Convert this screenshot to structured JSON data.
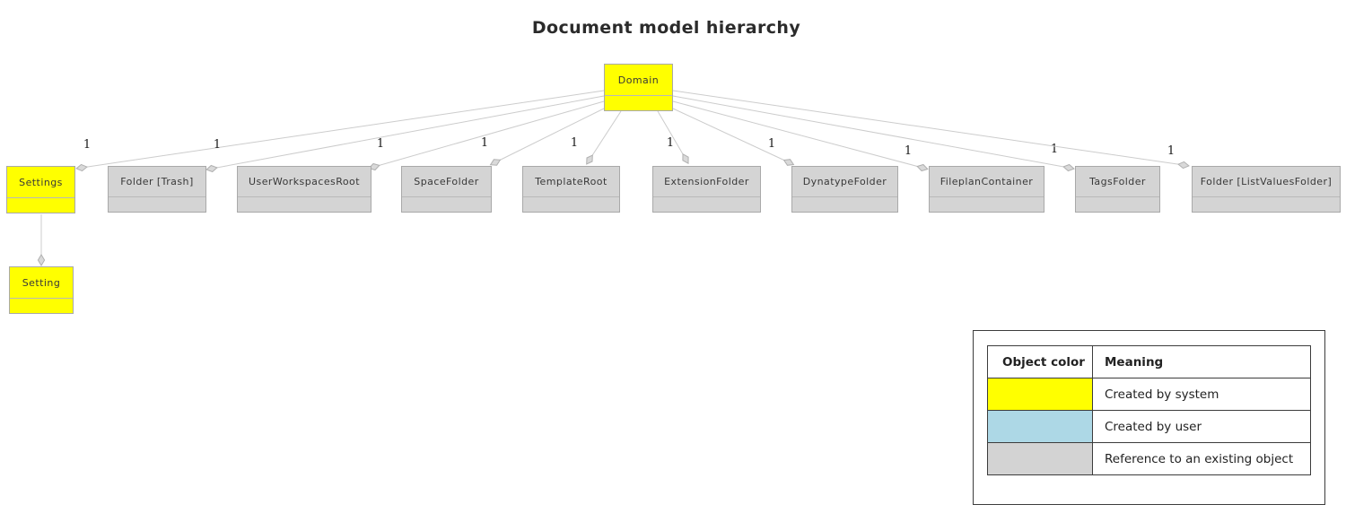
{
  "title": "Document model hierarchy",
  "diagram": {
    "nodes": [
      {
        "id": "domain",
        "label": "Domain",
        "fill": "#ffff00"
      },
      {
        "id": "settings",
        "label": "Settings",
        "fill": "#ffff00"
      },
      {
        "id": "folder-trash",
        "label": "Folder [Trash]",
        "fill": "#d4d4d4"
      },
      {
        "id": "user-workspaces-root",
        "label": "UserWorkspacesRoot",
        "fill": "#d4d4d4"
      },
      {
        "id": "space-folder",
        "label": "SpaceFolder",
        "fill": "#d4d4d4"
      },
      {
        "id": "template-root",
        "label": "TemplateRoot",
        "fill": "#d4d4d4"
      },
      {
        "id": "extension-folder",
        "label": "ExtensionFolder",
        "fill": "#d4d4d4"
      },
      {
        "id": "dynatype-folder",
        "label": "DynatypeFolder",
        "fill": "#d4d4d4"
      },
      {
        "id": "fileplan-container",
        "label": "FileplanContainer",
        "fill": "#d4d4d4"
      },
      {
        "id": "tags-folder",
        "label": "TagsFolder",
        "fill": "#d4d4d4"
      },
      {
        "id": "folder-list-values",
        "label": "Folder [ListValuesFolder]",
        "fill": "#d4d4d4"
      },
      {
        "id": "setting",
        "label": "Setting",
        "fill": "#ffff00"
      }
    ],
    "edges": [
      {
        "from": "domain",
        "to": "settings",
        "label": "1"
      },
      {
        "from": "domain",
        "to": "folder-trash",
        "label": "1"
      },
      {
        "from": "domain",
        "to": "user-workspaces-root",
        "label": "1"
      },
      {
        "from": "domain",
        "to": "space-folder",
        "label": "1"
      },
      {
        "from": "domain",
        "to": "template-root",
        "label": "1"
      },
      {
        "from": "domain",
        "to": "extension-folder",
        "label": "1"
      },
      {
        "from": "domain",
        "to": "dynatype-folder",
        "label": "1"
      },
      {
        "from": "domain",
        "to": "fileplan-container",
        "label": "1"
      },
      {
        "from": "domain",
        "to": "tags-folder",
        "label": "1"
      },
      {
        "from": "domain",
        "to": "folder-list-values",
        "label": "1"
      },
      {
        "from": "settings",
        "to": "setting",
        "label": ""
      }
    ]
  },
  "legend": {
    "headers": [
      "Object color",
      "Meaning"
    ],
    "rows": [
      {
        "color": "#ffff00",
        "meaning": "Created by system"
      },
      {
        "color": "#add8e6",
        "meaning": "Created by user"
      },
      {
        "color": "#d3d3d3",
        "meaning": "Reference to an existing object"
      }
    ]
  }
}
